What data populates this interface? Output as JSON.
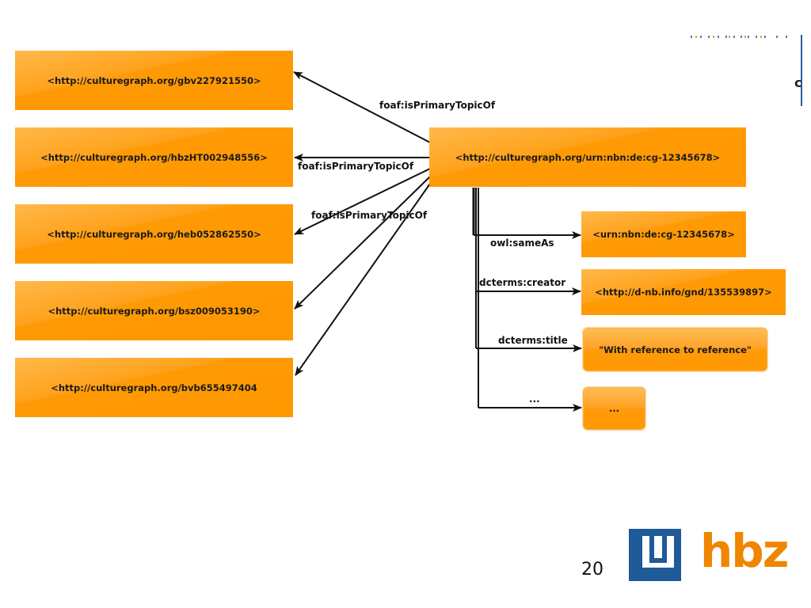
{
  "source_nodes": [
    {
      "label": "<http://culturegraph.org/gbv227921550>"
    },
    {
      "label": "<http://culturegraph.org/hbzHT002948556>"
    },
    {
      "label": "<http://culturegraph.org/heb052862550>"
    },
    {
      "label": "<http://culturegraph.org/bsz009053190>"
    },
    {
      "label": "<http://culturegraph.org/bvb655497404"
    }
  ],
  "central_node": {
    "label": "<http://culturegraph.org/urn:nbn:de:cg-12345678>"
  },
  "target_nodes": [
    {
      "label": "<urn:nbn:de:cg-12345678>",
      "predicate": "owl:sameAs"
    },
    {
      "label": "<http://d-nb.info/gnd/135539897>",
      "predicate": "dcterms:creator"
    },
    {
      "label": "\"With reference to reference\"",
      "predicate": "dcterms:title"
    },
    {
      "label": "...",
      "predicate": "..."
    }
  ],
  "primary_topic_labels": [
    "foaf:isPrimaryTopicOf",
    "foaf:isPrimaryTopicOf",
    "foaf:isPrimaryTopicOf"
  ],
  "page_number": "20",
  "logo": {
    "text": "hbz",
    "color": "#f08500",
    "mark_color": "#1f5a99"
  },
  "colors": {
    "node": "#ff9800",
    "edge": "#111111"
  }
}
